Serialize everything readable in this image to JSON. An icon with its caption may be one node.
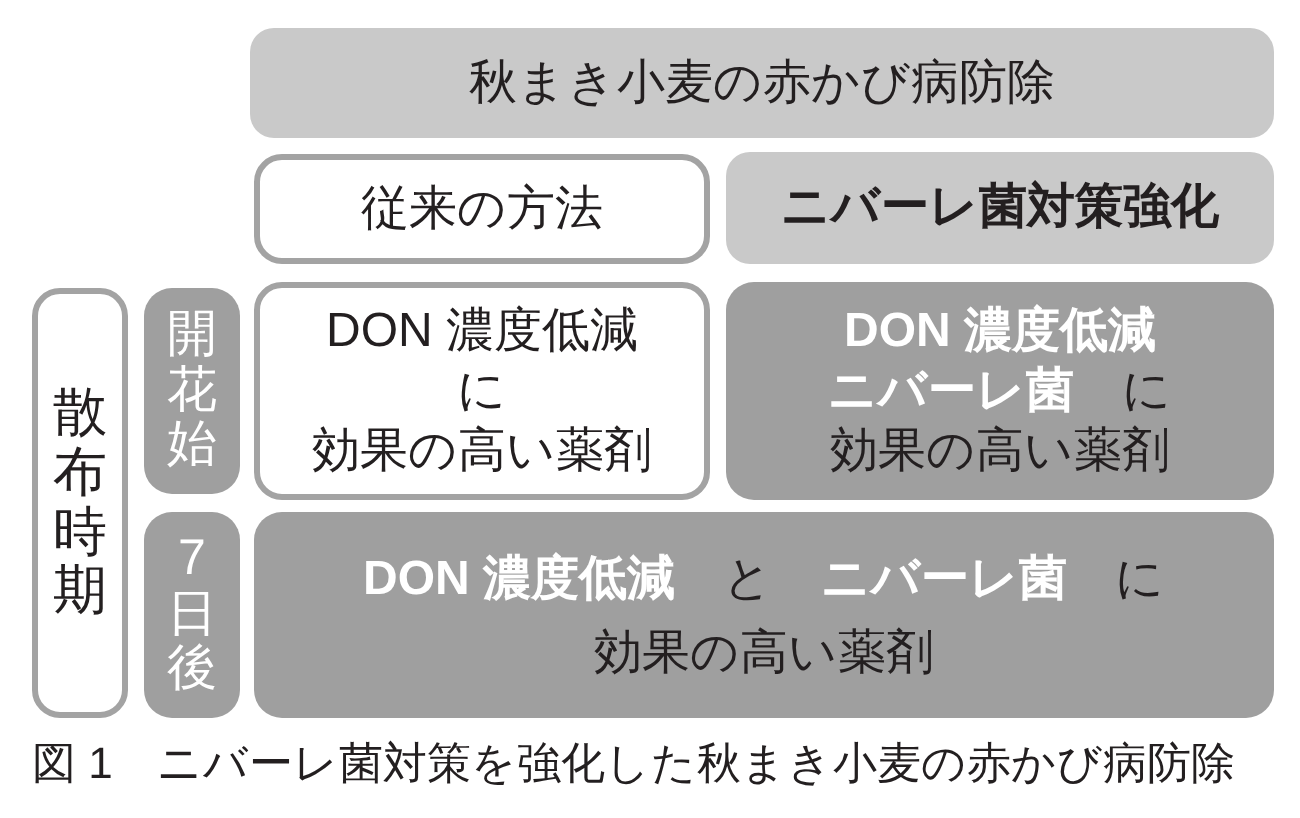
{
  "diagram": {
    "caption": "図 1　ニバーレ菌対策を強化した秋まき小麦の赤かび病防除",
    "nodes": [
      {
        "text": [
          "秋まき小麦の赤かび病防除"
        ]
      },
      {
        "text": [
          "従来の方法"
        ]
      },
      {
        "text": [
          "ニバーレ菌対策強化"
        ]
      },
      {
        "text": [
          "散布時期"
        ]
      },
      {
        "text": [
          "開花始"
        ]
      },
      {
        "text": [
          "DON 濃度低減",
          "に",
          "効果の高い薬剤"
        ]
      },
      {
        "text": [
          "DON 濃度低減",
          "**ニバーレ菌**　に",
          "効果の高い薬剤"
        ]
      },
      {
        "text": [
          "7日後"
        ]
      },
      {
        "text": [
          "**DON 濃度低減**　と　**ニバーレ菌**　に",
          "効果の高い薬剤"
        ]
      }
    ]
  }
}
